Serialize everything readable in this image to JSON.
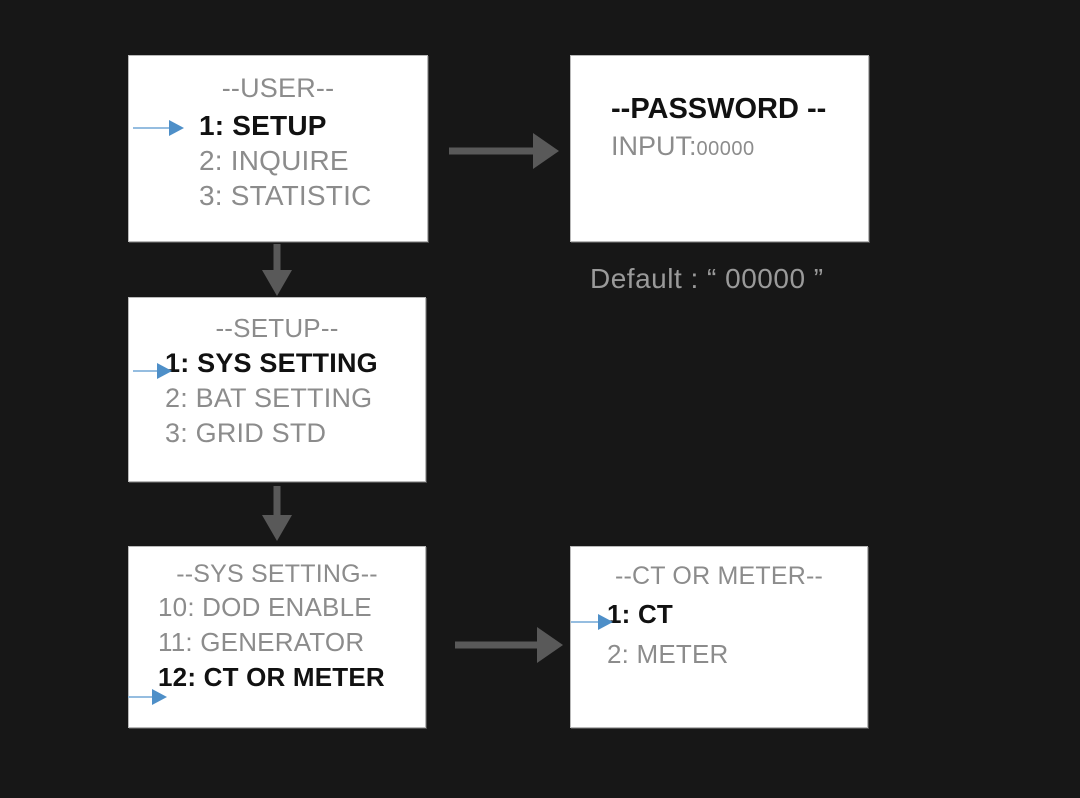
{
  "background_color": "#171717",
  "accent_blue": "#4e8fc8",
  "accent_blue_shaft": "#95bde0",
  "arrow_gray": "#595959",
  "lcd_gray_text": "#8c8c8c",
  "lcd_selected_text": "#111111",
  "lcd_background": "#ffffff",
  "panels": {
    "user": {
      "title": "--USER--",
      "rows": [
        {
          "label": "1: SETUP",
          "selected": true
        },
        {
          "label": "2: INQUIRE",
          "selected": false
        },
        {
          "label": "3: STATISTIC",
          "selected": false
        }
      ]
    },
    "password": {
      "title": "--PASSWORD --",
      "input_label": "INPUT:",
      "input_value": "00000"
    },
    "setup": {
      "title": "--SETUP--",
      "rows": [
        {
          "label": "1: SYS SETTING",
          "selected": true
        },
        {
          "label": "2: BAT SETTING",
          "selected": false
        },
        {
          "label": "3: GRID STD",
          "selected": false
        }
      ]
    },
    "sys_setting": {
      "title": "--SYS SETTING--",
      "rows": [
        {
          "label": "10: DOD ENABLE",
          "selected": false
        },
        {
          "label": "11: GENERATOR",
          "selected": false
        },
        {
          "label": "12: CT OR METER",
          "selected": true
        }
      ]
    },
    "ct_or_meter": {
      "title": "--CT OR METER--",
      "rows": [
        {
          "label": "1: CT",
          "selected": true
        },
        {
          "label": "2: METER",
          "selected": false
        }
      ]
    }
  },
  "notes": {
    "default_password": "Default :  “ 00000 ”"
  },
  "icons": {
    "selection_cursor": "blue-right-arrow-icon",
    "flow_right": "gray-right-arrow-icon",
    "flow_down": "gray-down-arrow-icon"
  }
}
